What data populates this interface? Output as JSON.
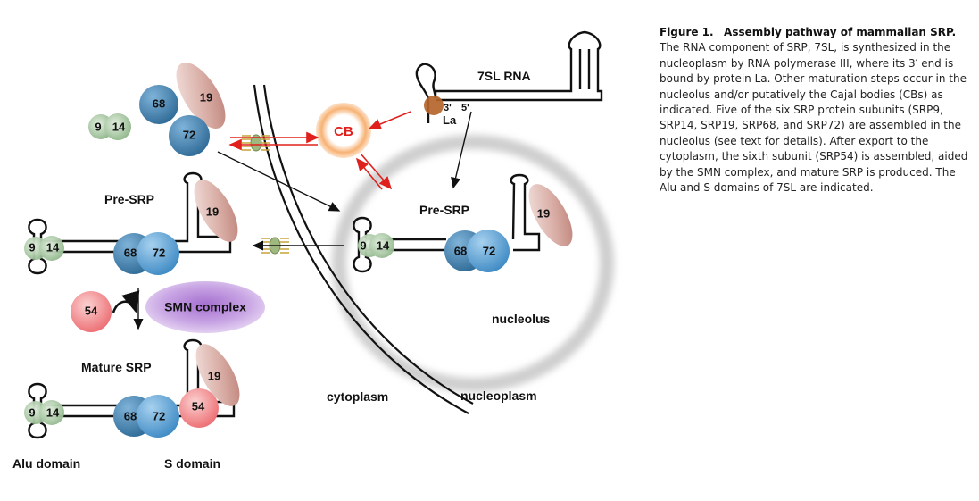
{
  "figure": {
    "label": "Figure 1.",
    "title": "Assembly pathway of mammalian SRP.",
    "caption": "The RNA component of SRP, 7SL, is synthesized in the nucleoplasm by RNA polymerase III, where its 3′ end is bound by protein La. Other maturation steps occur in the nucleolus and/or putatively the Cajal bodies (CBs) as indicated. Five of the six SRP protein subunits (SRP9, SRP14, SRP19, SRP68, and SRP72) are assembled in the nucleolus (see text for details). After export to the cytoplasm, the sixth subunit (SRP54) is assembled, aided by the SMN complex, and mature SRP is produced. The Alu and S domains of 7SL are indicated."
  },
  "diagram": {
    "rna_label": "7SL RNA",
    "cb_label": "CB",
    "la_label": "La",
    "three_prime": "3'",
    "five_prime": "5'",
    "pre_srp_nucleolus": "Pre-SRP",
    "pre_srp_cytoplasm": "Pre-SRP",
    "mature_srp": "Mature SRP",
    "smn_complex": "SMN complex",
    "nucleolus": "nucleolus",
    "cytoplasm": "cytoplasm",
    "nucleoplasm": "nucleoplasm",
    "alu_domain": "Alu domain",
    "s_domain": "S domain",
    "proteins": {
      "srp9": "9",
      "srp14": "14",
      "srp19": "19",
      "srp54": "54",
      "srp68": "68",
      "srp72": "72"
    }
  },
  "colors": {
    "srp9_14": "#a9c9a4",
    "srp19": "#c9968c",
    "srp54": "#ef7f82",
    "srp68": "#3a7fb0",
    "srp72": "#5aa0d4",
    "smn": "#b78fd6",
    "cb": "#f5a25b",
    "la": "#b5652b",
    "arrow_red": "#e0201d",
    "nucleolus_ring": "#c8c8c8"
  }
}
